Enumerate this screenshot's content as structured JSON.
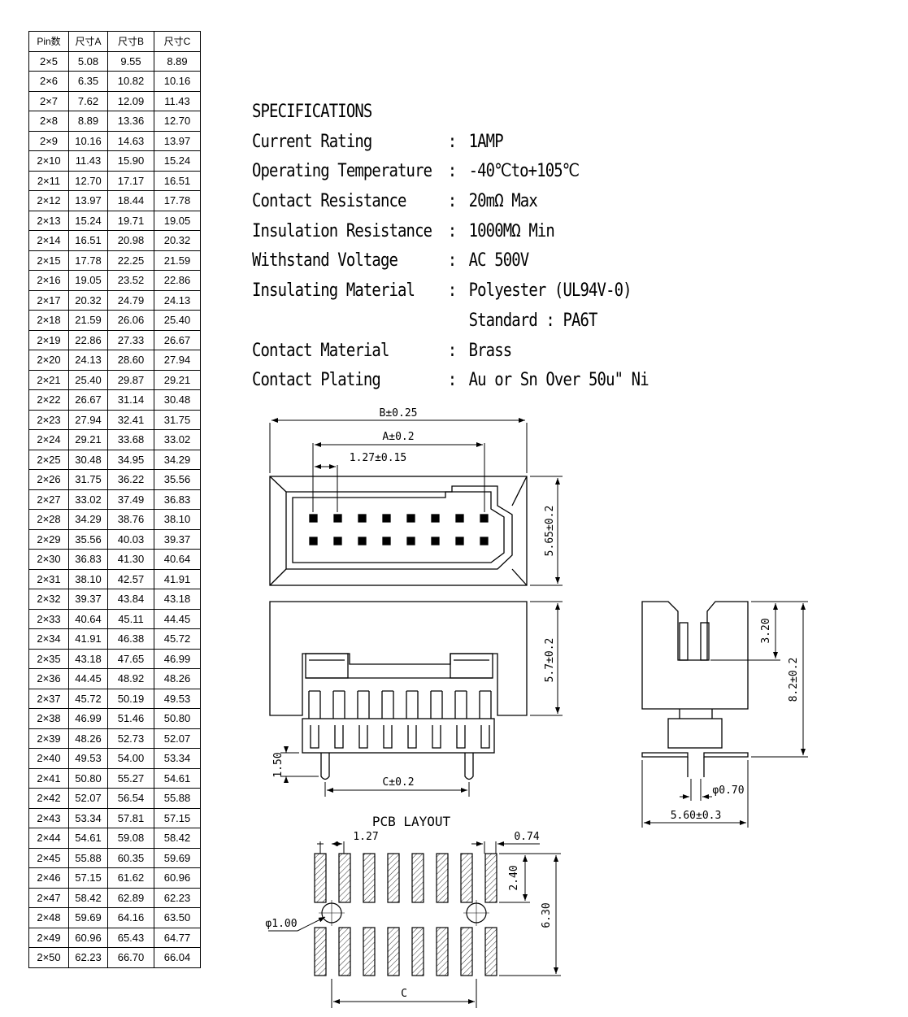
{
  "table": {
    "headers": [
      "Pin数",
      "尺寸A",
      "尺寸B",
      "尺寸C"
    ],
    "rows": [
      [
        "2×5",
        "5.08",
        "9.55",
        "8.89"
      ],
      [
        "2×6",
        "6.35",
        "10.82",
        "10.16"
      ],
      [
        "2×7",
        "7.62",
        "12.09",
        "11.43"
      ],
      [
        "2×8",
        "8.89",
        "13.36",
        "12.70"
      ],
      [
        "2×9",
        "10.16",
        "14.63",
        "13.97"
      ],
      [
        "2×10",
        "11.43",
        "15.90",
        "15.24"
      ],
      [
        "2×11",
        "12.70",
        "17.17",
        "16.51"
      ],
      [
        "2×12",
        "13.97",
        "18.44",
        "17.78"
      ],
      [
        "2×13",
        "15.24",
        "19.71",
        "19.05"
      ],
      [
        "2×14",
        "16.51",
        "20.98",
        "20.32"
      ],
      [
        "2×15",
        "17.78",
        "22.25",
        "21.59"
      ],
      [
        "2×16",
        "19.05",
        "23.52",
        "22.86"
      ],
      [
        "2×17",
        "20.32",
        "24.79",
        "24.13"
      ],
      [
        "2×18",
        "21.59",
        "26.06",
        "25.40"
      ],
      [
        "2×19",
        "22.86",
        "27.33",
        "26.67"
      ],
      [
        "2×20",
        "24.13",
        "28.60",
        "27.94"
      ],
      [
        "2×21",
        "25.40",
        "29.87",
        "29.21"
      ],
      [
        "2×22",
        "26.67",
        "31.14",
        "30.48"
      ],
      [
        "2×23",
        "27.94",
        "32.41",
        "31.75"
      ],
      [
        "2×24",
        "29.21",
        "33.68",
        "33.02"
      ],
      [
        "2×25",
        "30.48",
        "34.95",
        "34.29"
      ],
      [
        "2×26",
        "31.75",
        "36.22",
        "35.56"
      ],
      [
        "2×27",
        "33.02",
        "37.49",
        "36.83"
      ],
      [
        "2×28",
        "34.29",
        "38.76",
        "38.10"
      ],
      [
        "2×29",
        "35.56",
        "40.03",
        "39.37"
      ],
      [
        "2×30",
        "36.83",
        "41.30",
        "40.64"
      ],
      [
        "2×31",
        "38.10",
        "42.57",
        "41.91"
      ],
      [
        "2×32",
        "39.37",
        "43.84",
        "43.18"
      ],
      [
        "2×33",
        "40.64",
        "45.11",
        "44.45"
      ],
      [
        "2×34",
        "41.91",
        "46.38",
        "45.72"
      ],
      [
        "2×35",
        "43.18",
        "47.65",
        "46.99"
      ],
      [
        "2×36",
        "44.45",
        "48.92",
        "48.26"
      ],
      [
        "2×37",
        "45.72",
        "50.19",
        "49.53"
      ],
      [
        "2×38",
        "46.99",
        "51.46",
        "50.80"
      ],
      [
        "2×39",
        "48.26",
        "52.73",
        "52.07"
      ],
      [
        "2×40",
        "49.53",
        "54.00",
        "53.34"
      ],
      [
        "2×41",
        "50.80",
        "55.27",
        "54.61"
      ],
      [
        "2×42",
        "52.07",
        "56.54",
        "55.88"
      ],
      [
        "2×43",
        "53.34",
        "57.81",
        "57.15"
      ],
      [
        "2×44",
        "54.61",
        "59.08",
        "58.42"
      ],
      [
        "2×45",
        "55.88",
        "60.35",
        "59.69"
      ],
      [
        "2×46",
        "57.15",
        "61.62",
        "60.96"
      ],
      [
        "2×47",
        "58.42",
        "62.89",
        "62.23"
      ],
      [
        "2×48",
        "59.69",
        "64.16",
        "63.50"
      ],
      [
        "2×49",
        "60.96",
        "65.43",
        "64.77"
      ],
      [
        "2×50",
        "62.23",
        "66.70",
        "66.04"
      ]
    ]
  },
  "specs": {
    "title": "SPECIFICATIONS",
    "lines": [
      {
        "key": "Current Rating",
        "value": "1AMP"
      },
      {
        "key": "Operating Temperature",
        "value": "-40℃to+105℃"
      },
      {
        "key": "Contact Resistance",
        "value": "20mΩ Max"
      },
      {
        "key": "Insulation Resistance",
        "value": "1000MΩ Min"
      },
      {
        "key": "Withstand Voltage",
        "value": "AC 500V"
      },
      {
        "key": "Insulating Material",
        "value": "Polyester (UL94V-0)"
      },
      {
        "key": "",
        "value": "Standard : PA6T"
      },
      {
        "key": "Contact Material",
        "value": "Brass"
      },
      {
        "key": "Contact Plating",
        "value": "Au or Sn Over 50u\" Ni"
      }
    ]
  },
  "dimensions": {
    "b": "B±0.25",
    "a": "A±0.2",
    "pitch": "1.27±0.15",
    "top_height": "5.65±0.2",
    "front_height": "5.7±0.2",
    "pin_len": "1.50",
    "c_front": "C±0.2",
    "side_top": "3.20",
    "side_total": "8.2±0.2",
    "hole": "φ0.70",
    "side_width": "5.60±0.3"
  },
  "pcb": {
    "title": "PCB LAYOUT",
    "pitch": "1.27",
    "pad_w": "0.74",
    "pad_h": "2.40",
    "total_h": "6.30",
    "hole": "φ1.00",
    "c": "C"
  }
}
